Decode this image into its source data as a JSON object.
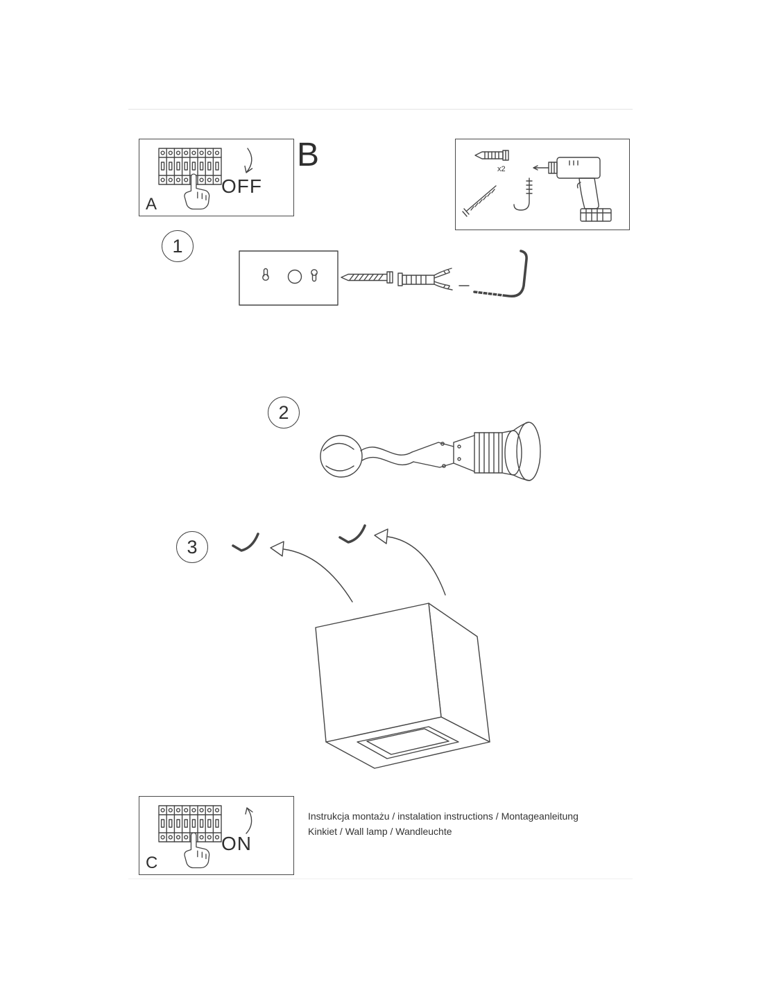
{
  "document": {
    "type": "wall-lamp-installation-instructions",
    "footer": {
      "line1": "Instrukcja montażu / instalation instructions / Montageanleitung",
      "line2": "Kinkiet / Wall lamp / Wandleuchte"
    }
  },
  "power_off_panel": {
    "label": "A",
    "switch_state": "OFF"
  },
  "section_b": {
    "label": "B",
    "anchor_quantity": "x2"
  },
  "power_on_panel": {
    "label": "C",
    "switch_state": "ON"
  },
  "steps": {
    "step1": {
      "number": "1"
    },
    "step2": {
      "number": "2"
    },
    "step3": {
      "number": "3"
    }
  },
  "colors": {
    "ink": "#454545",
    "separator": "#e3e3e3",
    "background": "#ffffff"
  }
}
